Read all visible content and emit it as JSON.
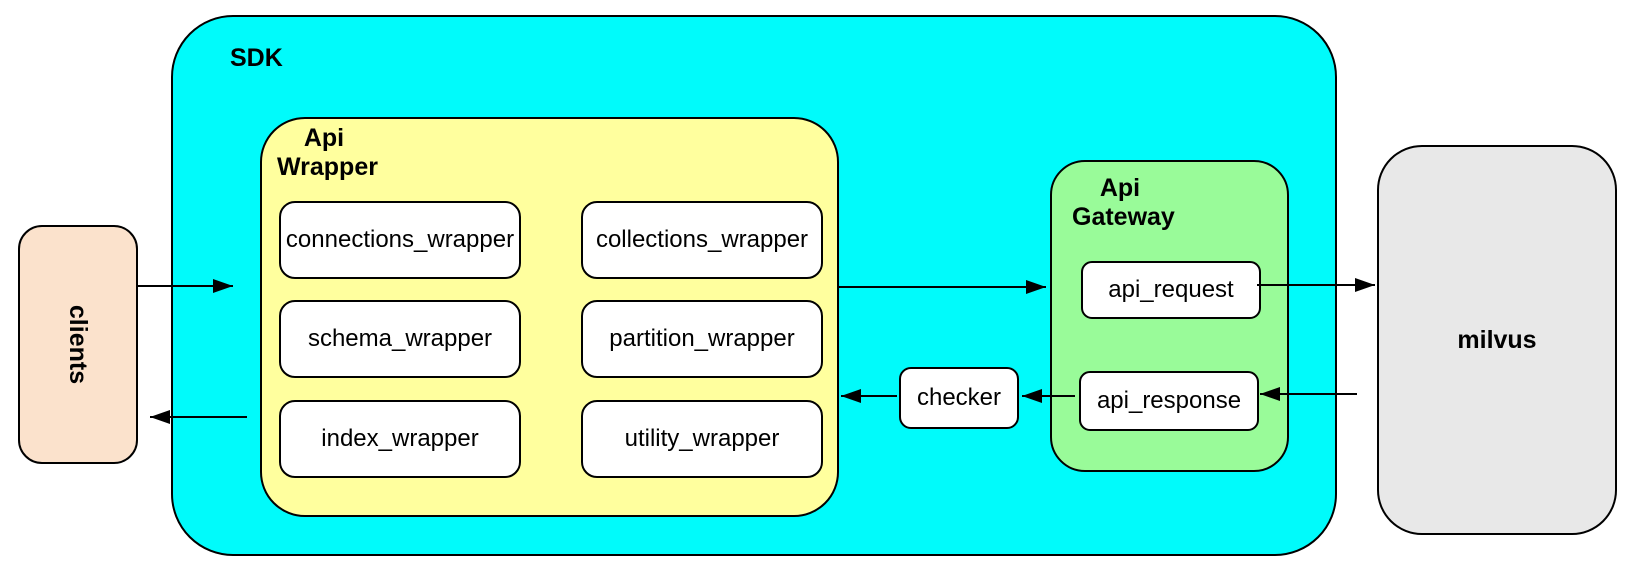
{
  "colors": {
    "background": "#FFFFFF",
    "sdk_fill": "#00FBFB",
    "api_wrapper_fill": "#FFFF9E",
    "api_gateway_fill": "#99FB99",
    "clients_fill": "#FBE2CC",
    "milvus_fill": "#E8E8E8",
    "node_fill": "#FFFFFF",
    "line": "#000000"
  },
  "nodes": {
    "clients": {
      "label": "clients"
    },
    "sdk": {
      "label": "SDK"
    },
    "api_wrapper": {
      "label": "Api\nWrapper",
      "boxes": [
        "connections_wrapper",
        "collections_wrapper",
        "schema_wrapper",
        "partition_wrapper",
        "index_wrapper",
        "utility_wrapper"
      ]
    },
    "checker": {
      "label": "checker"
    },
    "api_gateway": {
      "label": "Api\nGateway",
      "boxes": [
        "api_request",
        "api_response"
      ]
    },
    "milvus": {
      "label": "milvus"
    }
  },
  "edges": [
    {
      "from": "clients",
      "to": "sdk"
    },
    {
      "from": "api_wrapper",
      "to": "api_gateway"
    },
    {
      "from": "api_request",
      "to": "milvus"
    },
    {
      "from": "milvus",
      "to": "api_response"
    },
    {
      "from": "api_response",
      "to": "checker"
    },
    {
      "from": "checker",
      "to": "api_wrapper"
    },
    {
      "from": "sdk",
      "to": "clients"
    }
  ]
}
